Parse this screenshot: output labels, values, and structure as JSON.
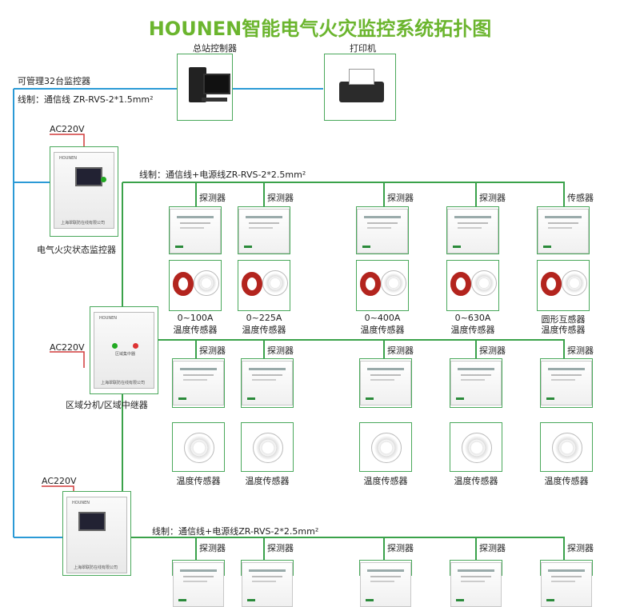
{
  "title": "HOUNEN智能电气火灾监控系统拓扑图",
  "top": {
    "host_label": "总站控制器",
    "printer_label": "打印机",
    "capacity_note": "可管理32台监控器",
    "bus_wire": "线制：通信线 ZR-RVS-2*1.5mm²"
  },
  "monitor": {
    "power": "AC220V",
    "label": "电气火灾状态监控器",
    "brand": "HOUNEN",
    "maker": "上海翠联防在线有限公司",
    "wire": "线制：通信线+电源线ZR-RVS-2*2.5mm²"
  },
  "group1": {
    "probes": [
      "探测器",
      "探测器",
      "探测器",
      "探测器",
      "传感器"
    ],
    "captions": [
      {
        "l1": "0~100A",
        "l2": "温度传感器"
      },
      {
        "l1": "0~225A",
        "l2": "温度传感器"
      },
      {
        "l1": "0~400A",
        "l2": "温度传感器"
      },
      {
        "l1": "0~630A",
        "l2": "温度传感器"
      },
      {
        "l1": "圆形互感器",
        "l2": "温度传感器"
      }
    ]
  },
  "relay": {
    "power": "AC220V",
    "label": "区域分机/区域中继器",
    "brand": "HOUNEN",
    "panel_text": "区域集中器",
    "maker": "上海翠联防在线有限公司"
  },
  "group2": {
    "probes": [
      "探测器",
      "探测器",
      "探测器",
      "探测器",
      "探测器"
    ],
    "captions": [
      "温度传感器",
      "温度传感器",
      "温度传感器",
      "温度传感器",
      "温度传感器"
    ]
  },
  "monitor2": {
    "power": "AC220V",
    "wire": "线制：通信线+电源线ZR-RVS-2*2.5mm²",
    "brand": "HOUNEN",
    "maker": "上海翠联防在线有限公司"
  },
  "group3": {
    "probes": [
      "探测器",
      "探测器",
      "探测器",
      "探测器",
      "探测器"
    ]
  },
  "colors": {
    "title": "#6bb52e",
    "bus": "#2b9ad6",
    "field": "#3aa24a",
    "power": "#d03a3a"
  }
}
